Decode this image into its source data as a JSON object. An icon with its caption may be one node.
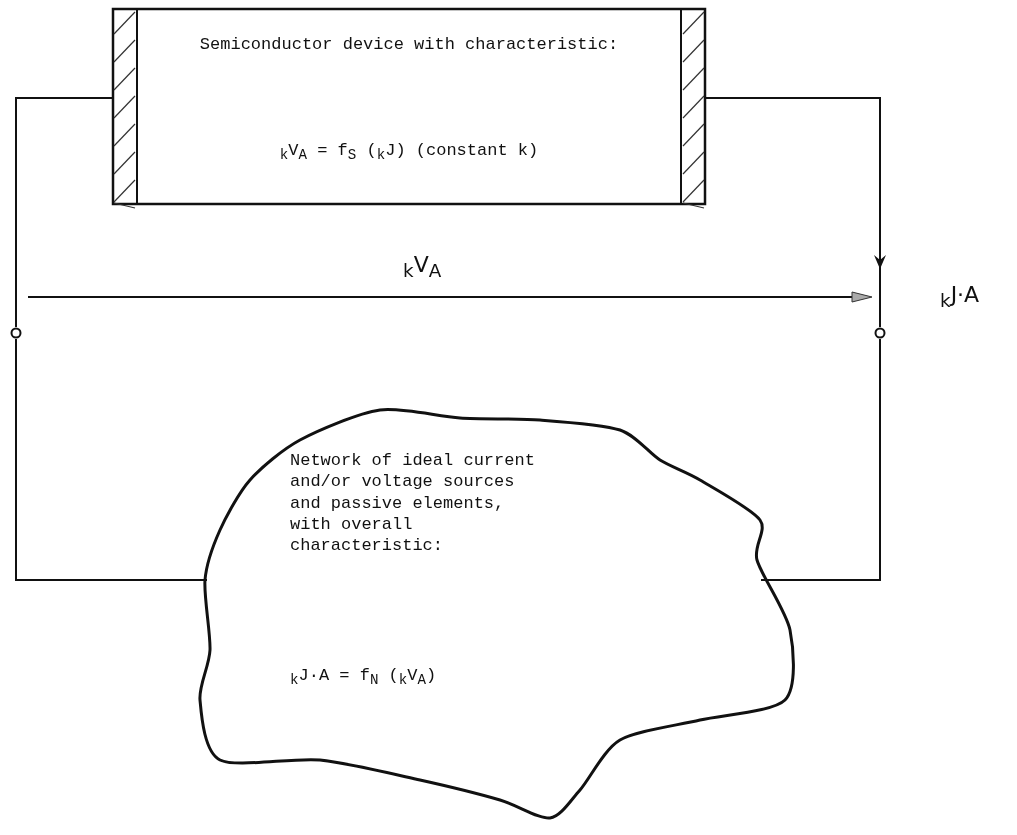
{
  "diagram": {
    "nodes": [
      {
        "text": [
          "Semiconductor device with characteristic:",
          "$_{k}$V$_{A}$ = f$_{S}$ ($_{k}$J)  (constant  k)"
        ]
      },
      {
        "text": [],
        "shape": "circle"
      },
      {
        "text": [],
        "shape": "circle"
      },
      {
        "text": [
          "Network of ideal current and/or voltage sources and passive elements, with overall characteristic:",
          "$_{k}$J·A = f$_{N}$  ($_{k}$V$_{A}$)"
        ]
      }
    ],
    "edges": [
      {
        "from": 0,
        "to": 1,
        "arrow": "none"
      },
      {
        "from": 1,
        "to": 3,
        "arrow": "none"
      },
      {
        "from": 0,
        "to": 2,
        "arrow": "to"
      },
      {
        "from": 2,
        "to": 3,
        "arrow": "none"
      }
    ],
    "labels": [
      "$_{k}$V$_{A}$",
      "$_{k}$J·A"
    ]
  }
}
